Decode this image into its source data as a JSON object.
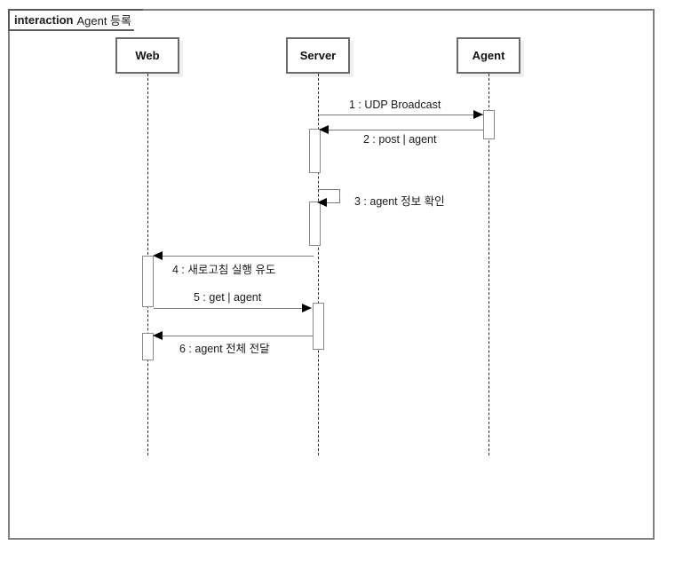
{
  "diagram": {
    "frame": {
      "keyword": "interaction",
      "name": "Agent 등록"
    },
    "lifelines": [
      {
        "id": "web",
        "label": "Web"
      },
      {
        "id": "server",
        "label": "Server"
      },
      {
        "id": "agent",
        "label": "Agent"
      }
    ],
    "messages": [
      {
        "seq": "1",
        "label": "1 : UDP Broadcast",
        "from": "server",
        "to": "agent",
        "direction": "right",
        "kind": "call"
      },
      {
        "seq": "2",
        "label": "2 : post | agent",
        "from": "agent",
        "to": "server",
        "direction": "left",
        "kind": "call"
      },
      {
        "seq": "3",
        "label": "3 : agent 정보 확인",
        "from": "server",
        "to": "server",
        "direction": "self",
        "kind": "self-call"
      },
      {
        "seq": "4",
        "label": "4 : 새로고침 실행 유도",
        "from": "server",
        "to": "web",
        "direction": "left",
        "kind": "call"
      },
      {
        "seq": "5",
        "label": "5 : get | agent",
        "from": "web",
        "to": "server",
        "direction": "right",
        "kind": "call"
      },
      {
        "seq": "6",
        "label": "6 : agent 전체 전달",
        "from": "server",
        "to": "web",
        "direction": "left",
        "kind": "call"
      }
    ],
    "colors": {
      "frame_border": "#808080",
      "head_border": "#6a6a6a",
      "lifeline": "#2b2b2b",
      "message": "#7b7b7b",
      "arrowhead": "#000000",
      "background": "#ffffff"
    }
  }
}
